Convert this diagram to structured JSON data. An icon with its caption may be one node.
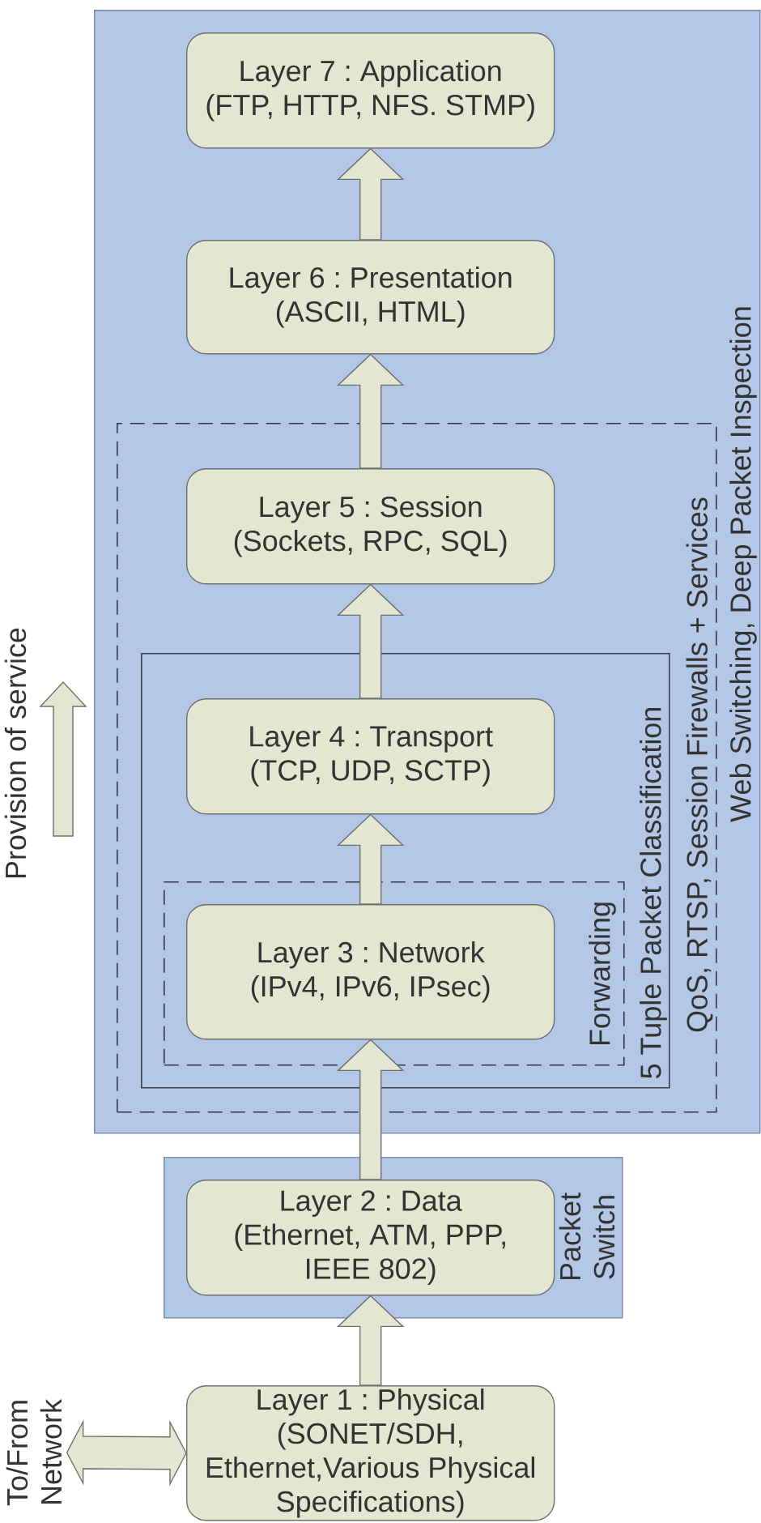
{
  "diagram": {
    "nodes": [
      {
        "text": [
          "Web Switching, Deep Packet Inspection"
        ]
      },
      {
        "text": [
          "Layer 7 : Application",
          "(FTP, HTTP, NFS. STMP)"
        ],
        "in": 0
      },
      {
        "text": [
          "Layer 6 : Presentation",
          "(ASCII, HTML)"
        ],
        "in": 0
      },
      {
        "text": [
          "QoS, RTSP, Session Firewalls + Services"
        ],
        "in": 0
      },
      {
        "text": [
          "Layer 5 : Session",
          "(Sockets, RPC, SQL)"
        ],
        "in": 3
      },
      {
        "text": [
          "5 Tuple Packet Classification"
        ],
        "in": 3
      },
      {
        "text": [
          "Layer 4 : Transport",
          "(TCP, UDP, SCTP)"
        ],
        "in": 5
      },
      {
        "text": [
          "Forwarding"
        ],
        "in": 5
      },
      {
        "text": [
          "Layer 3 : Network",
          "(IPv4, IPv6, IPsec)"
        ],
        "in": 7
      },
      {
        "text": [
          "Packet Switch"
        ]
      },
      {
        "text": [
          "Layer 2 : Data",
          "(Ethernet, ATM, PPP, IEEE 802)"
        ],
        "in": 9
      },
      {
        "text": [
          "Layer 1 : Physical",
          "(SONET/SDH, Ethernet,Various Physical Specifications)"
        ]
      },
      {
        "text": [
          "To/From Network"
        ]
      }
    ],
    "edges": [
      {
        "from": 11,
        "to": 10,
        "arrow": "to"
      },
      {
        "from": 10,
        "to": 8,
        "arrow": "to"
      },
      {
        "from": 8,
        "to": 6,
        "arrow": "to"
      },
      {
        "from": 6,
        "to": 4,
        "arrow": "to"
      },
      {
        "from": 4,
        "to": 2,
        "arrow": "to"
      },
      {
        "from": 2,
        "to": 1,
        "arrow": "to"
      },
      {
        "from": 11,
        "to": 12,
        "arrow": "both"
      }
    ],
    "labels": [
      "Provision of service"
    ]
  }
}
